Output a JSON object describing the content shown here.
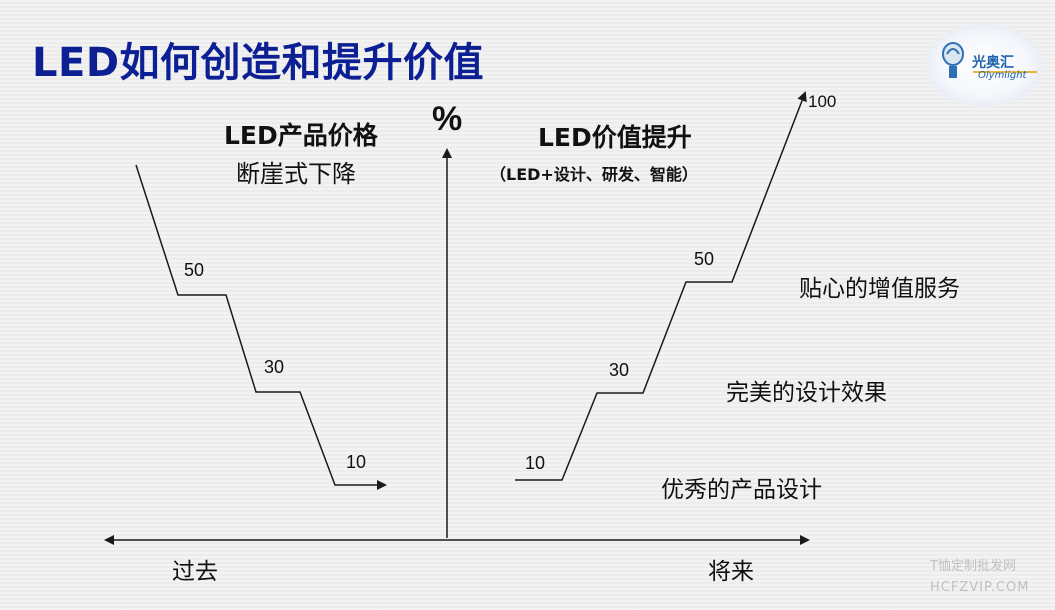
{
  "slide": {
    "title": "LED如何创造和提升价值"
  },
  "logo": {
    "name": "光奥汇",
    "subtext": "Olymlight"
  },
  "axis": {
    "y_unit": "%",
    "x_left_label": "过去",
    "x_right_label": "将来"
  },
  "left_panel": {
    "heading_line1": "LED产品价格",
    "heading_line2": "断崖式下降",
    "steps": [
      "50",
      "30",
      "10"
    ]
  },
  "right_panel": {
    "heading": "LED价值提升",
    "subheading": "（LED+设计、研发、智能）",
    "steps": [
      "10",
      "30",
      "50",
      "100"
    ],
    "labels": [
      "优秀的产品设计",
      "完美的设计效果",
      "贴心的增值服务"
    ]
  },
  "watermark": {
    "line1": "T恤定制批发网",
    "line2": "HCFZVIP.COM"
  },
  "colors": {
    "title": "#0c1f93",
    "line": "#1a1a1a",
    "logo": "#1f63ad"
  }
}
